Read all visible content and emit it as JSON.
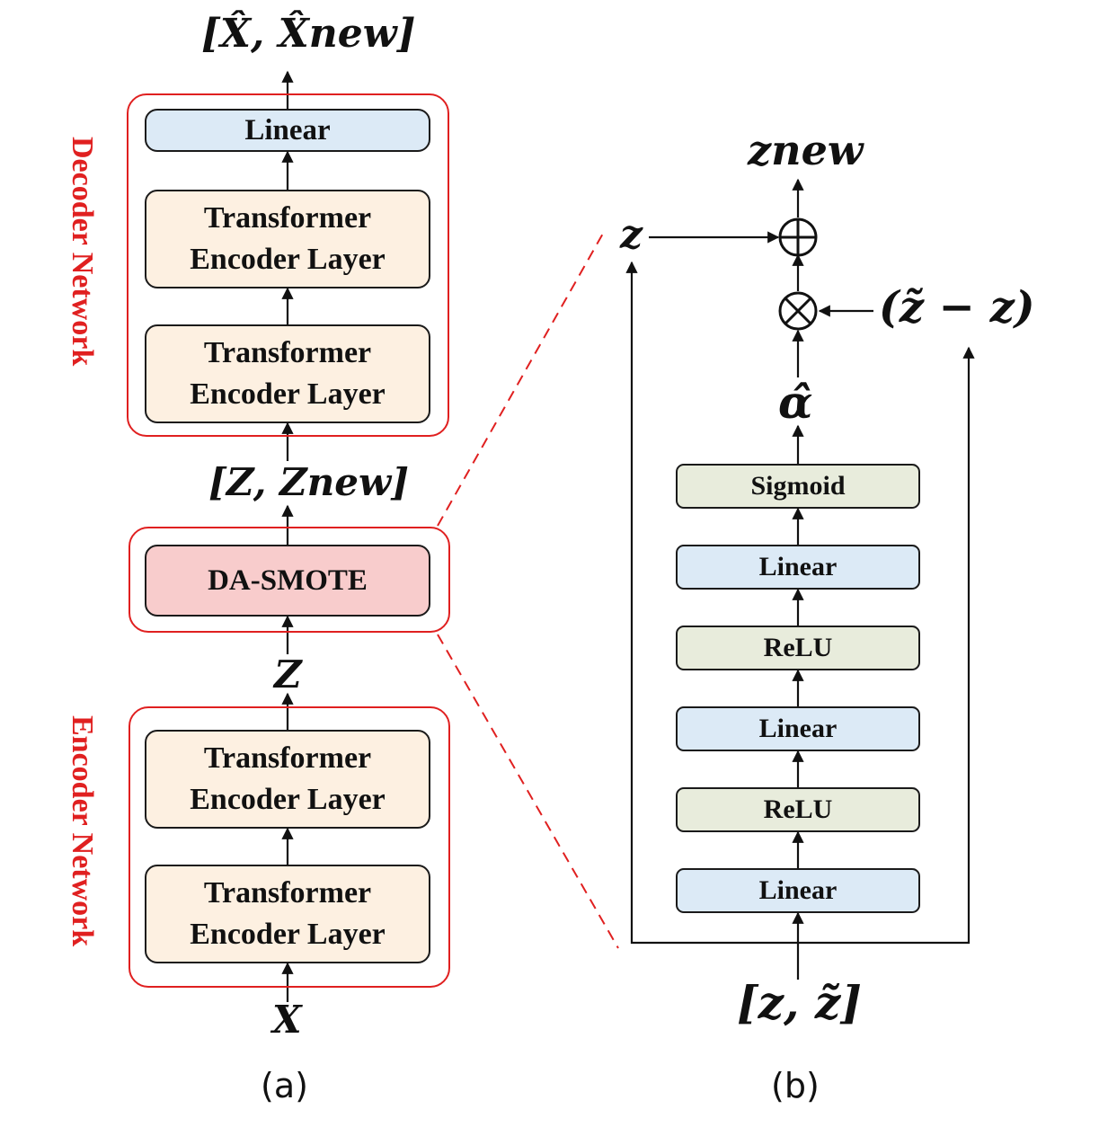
{
  "panel_a": {
    "caption": "(a)",
    "output_label": "[X̂, X̂new]",
    "decoder_title": "Decoder Network",
    "encoder_title": "Encoder Network",
    "decoder": {
      "linear": "Linear",
      "layer_top": "Transformer\nEncoder Layer",
      "layer_bottom": "Transformer\nEncoder Layer"
    },
    "latent_label": "[Z, Znew]",
    "da_smote": "DA-SMOTE",
    "z_label": "Z",
    "encoder": {
      "layer_top": "Transformer\nEncoder Layer",
      "layer_bottom": "Transformer\nEncoder Layer"
    },
    "input_label": "X"
  },
  "panel_b": {
    "caption": "(b)",
    "output_label": "znew",
    "z_label": "z",
    "diff_label": "(z̃ − z)",
    "alpha_label": "α̂",
    "plus_op": "⊕",
    "times_op": "⊗",
    "stack": [
      "Sigmoid",
      "Linear",
      "ReLU",
      "Linear",
      "ReLU",
      "Linear"
    ],
    "input_label": "[z, z̃]"
  },
  "colors": {
    "red": "#e02020",
    "blue_fill": "#dceaf6",
    "cream_fill": "#fdf0e1",
    "pink_fill": "#f8cccc",
    "green_fill": "#e8ecdc"
  }
}
